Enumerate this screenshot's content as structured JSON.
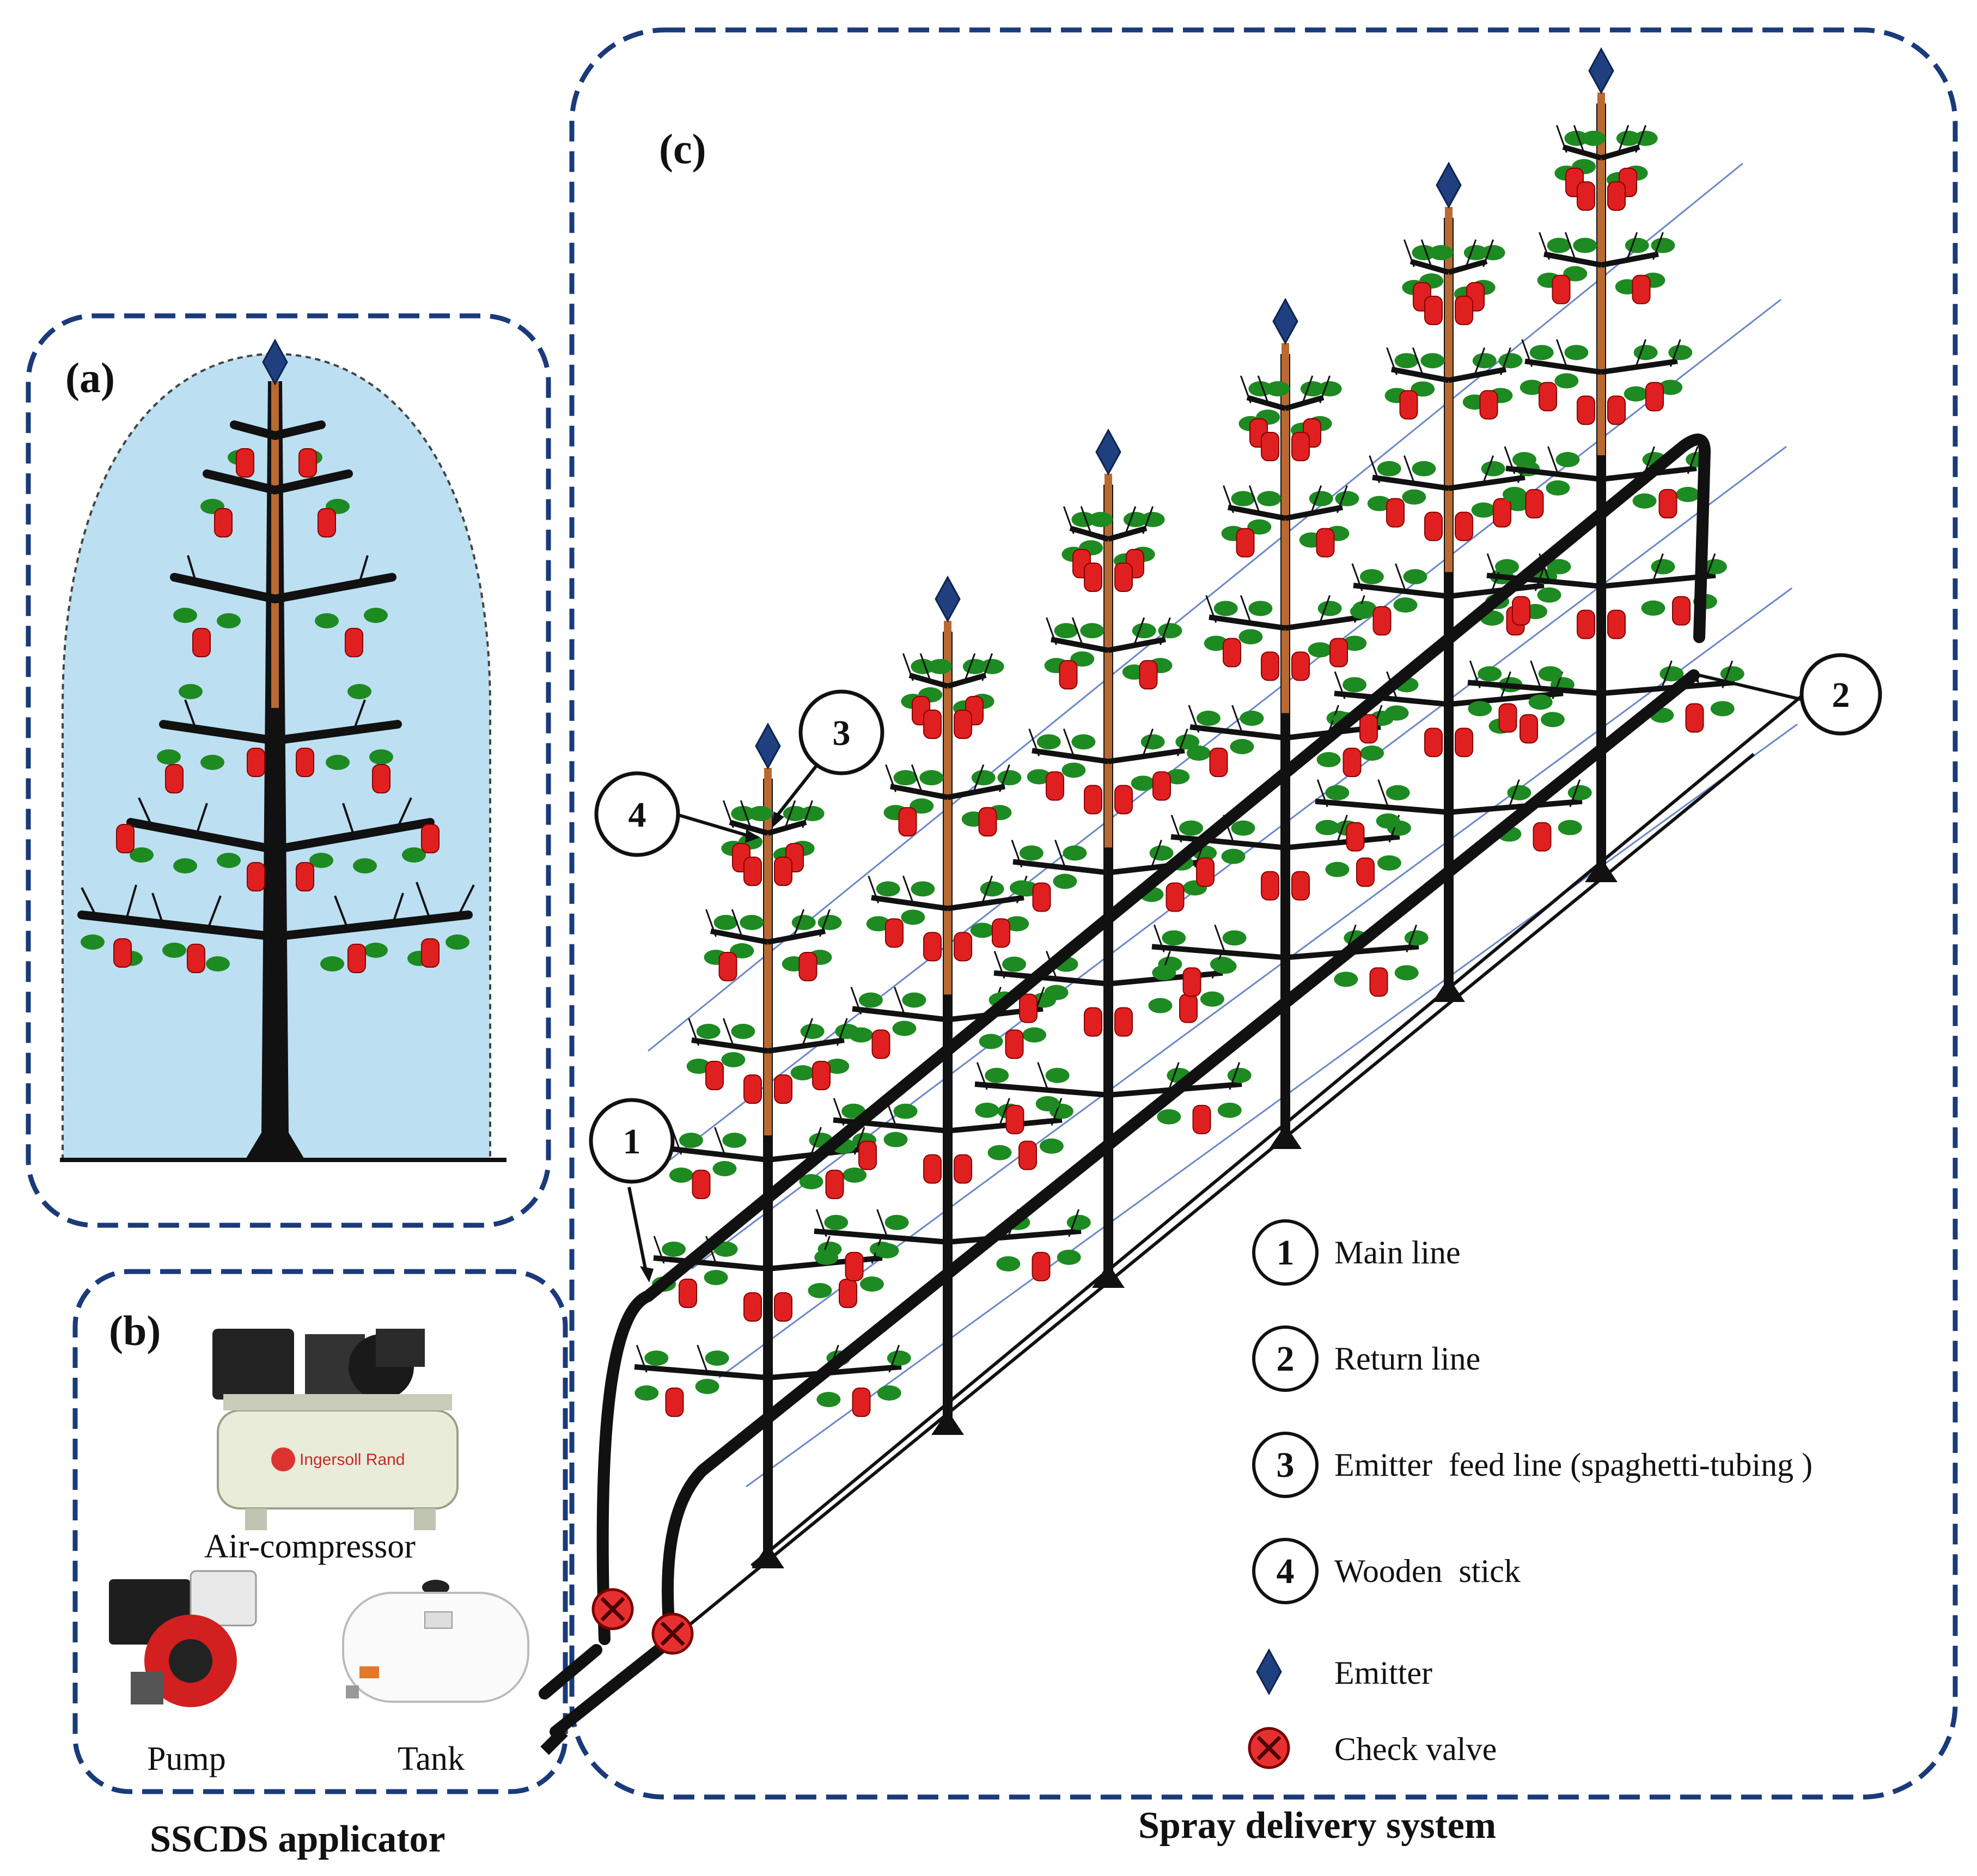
{
  "panels": {
    "a": {
      "label": "(a)"
    },
    "b": {
      "label": "(b)",
      "caption": "SSCDS applicator"
    },
    "c": {
      "label": "(c)",
      "caption": "Spray delivery system"
    }
  },
  "equipment": {
    "air_compressor": "Air-compressor",
    "pump": "Pump",
    "tank": "Tank",
    "compressor_brand": "Ingersoll Rand"
  },
  "callouts": [
    "1",
    "2",
    "3",
    "4"
  ],
  "legend": [
    {
      "marker": "1",
      "label": "Main line"
    },
    {
      "marker": "2",
      "label": "Return line"
    },
    {
      "marker": "3",
      "label": "Emitter  feed line (spaghetti-tubing )"
    },
    {
      "marker": "4",
      "label": "Wooden  stick"
    },
    {
      "marker": "emitter-icon",
      "label": "Emitter"
    },
    {
      "marker": "check-valve-icon",
      "label": "Check valve"
    }
  ],
  "colors": {
    "border": "#1a3a7a",
    "canopy": "#bcdff2",
    "emitter": "#1f3f7f",
    "leaf": "#1e8a22",
    "fruit": "#e02020",
    "stick": "#b86a32",
    "valve": "#e63030"
  }
}
